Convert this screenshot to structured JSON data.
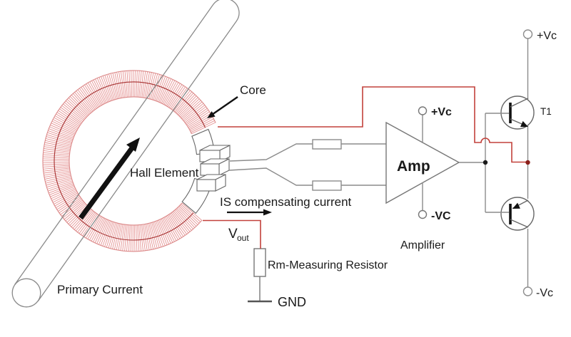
{
  "diagram": {
    "labels": {
      "core": "Core",
      "hall_element": "Hall Element",
      "compensating_current": "IS compensating current",
      "vout": "V",
      "vout_sub": "out",
      "measuring_resistor": "Rm-Measuring Resistor",
      "gnd": "GND",
      "primary_current": "Primary Current",
      "amp": "Amp",
      "amplifier": "Amplifier",
      "amp_pos_supply": "+Vc",
      "amp_neg_supply": "-VC",
      "transistor": "T1",
      "supply_pos": "+Vc",
      "supply_neg": "-Vc"
    },
    "colors": {
      "wire_red": "#c2413b",
      "winding_light": "#e59494",
      "winding_outline": "#db8888",
      "winding_dark": "#a63030",
      "circuit_gray": "#8c8c8c",
      "outline_gray": "#666666",
      "ink": "#141414"
    }
  }
}
